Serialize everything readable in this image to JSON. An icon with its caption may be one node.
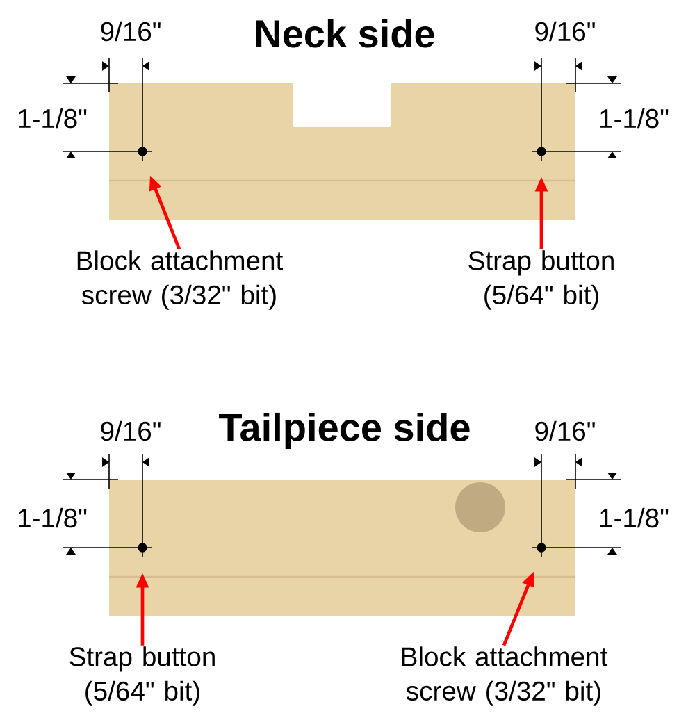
{
  "diagram": {
    "nodes": [
      {
        "text": [],
        "shape": "circle"
      },
      {
        "text": [],
        "shape": "circle"
      },
      {
        "text": [
          "Block attachment screw (3/32\" bit)"
        ]
      },
      {
        "text": [
          "Strap button (5/64\" bit)"
        ]
      },
      {
        "text": [],
        "shape": "circle"
      },
      {
        "text": [],
        "shape": "circle"
      },
      {
        "text": [
          "Strap button (5/64\" bit)"
        ]
      },
      {
        "text": [
          "Block attachment screw (3/32\" bit)"
        ]
      }
    ],
    "edges": [
      {
        "from": 2,
        "to": 0,
        "arrow": "to"
      },
      {
        "from": 3,
        "to": 1,
        "arrow": "to"
      },
      {
        "from": 6,
        "to": 4,
        "arrow": "to"
      },
      {
        "from": 7,
        "to": 5,
        "arrow": "to"
      }
    ],
    "labels": [
      "9/16\"",
      "Neck side",
      "9/16\"",
      "1-1/8\"",
      "1-1/8\"",
      "9/16\"",
      "Tailpiece side",
      "9/16\"",
      "1-1/8\"",
      "1-1/8\""
    ]
  }
}
